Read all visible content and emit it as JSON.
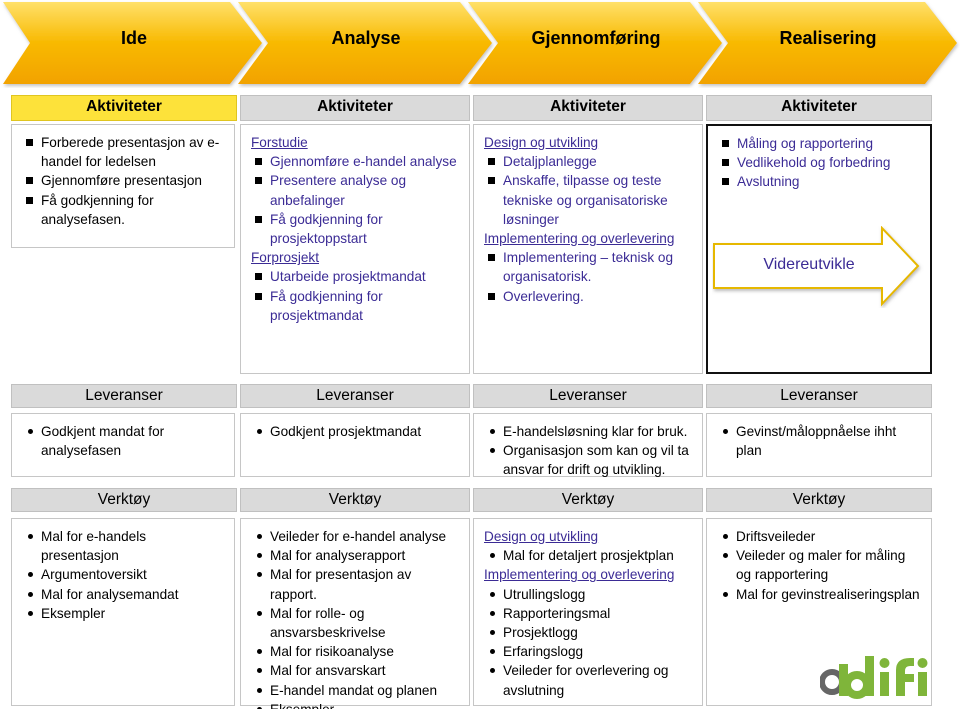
{
  "phases": [
    {
      "label": "Ide",
      "color": "#f6b800"
    },
    {
      "label": "Analyse",
      "color": "#f6b800"
    },
    {
      "label": "Gjennomføring",
      "color": "#f6b800"
    },
    {
      "label": "Realisering",
      "color": "#f6b800"
    }
  ],
  "aktiviteter": {
    "header": "Aktiviteter",
    "ide": {
      "items": [
        "Forberede presentasjon av e-handel for ledelsen",
        "Gjennomføre presentasjon",
        "Få godkjenning for analysefasen."
      ]
    },
    "analyse": {
      "section1": "Forstudie",
      "items1": [
        "Gjennomføre e-handel analyse",
        "Presentere analyse og anbefalinger",
        "Få godkjenning for prosjektoppstart"
      ],
      "section2": "Forprosjekt",
      "items2": [
        "Utarbeide prosjektmandat",
        "Få godkjenning for prosjektmandat"
      ]
    },
    "gjennomforing": {
      "section1": "Design og utvikling",
      "items1": [
        "Detaljplanlegge",
        "Anskaffe, tilpasse og teste tekniske og organisatoriske løsninger"
      ],
      "section2": "Implementering og overlevering",
      "items2": [
        "Implementering – teknisk og organisatorisk.",
        "Overlevering."
      ]
    },
    "realisering": {
      "items": [
        "Måling og rapportering",
        "Vedlikehold og forbedring",
        "Avslutning"
      ],
      "arrow_label": "Videreutvikle"
    }
  },
  "leveranser": {
    "header": "Leveranser",
    "ide": [
      "Godkjent mandat for analysefasen"
    ],
    "analyse": [
      "Godkjent prosjektmandat"
    ],
    "gjennomforing": [
      "E-handelsløsning klar for bruk.",
      "Organisasjon som kan og vil ta ansvar for drift og utvikling."
    ],
    "realisering": [
      "Gevinst/måloppnåelse ihht plan"
    ]
  },
  "verktoy": {
    "header": "Verktøy",
    "ide": [
      "Mal for e-handels presentasjon",
      "Argumentoversikt",
      "Mal for  analysemandat",
      "Eksempler"
    ],
    "analyse": [
      "Veileder for e-handel analyse",
      "Mal for analyserapport",
      "Mal for presentasjon av rapport.",
      "Mal for rolle- og ansvarsbeskrivelse",
      "Mal for risikoanalyse",
      "Mal for  ansvarskart",
      "E-handel mandat og planen",
      "Eksempler"
    ],
    "gjennomforing": {
      "section1": "Design og utvikling",
      "items1": [
        "Mal  for detaljert prosjektplan"
      ],
      "section2": "Implementering og overlevering",
      "items2": [
        "Utrullingslogg",
        "Rapporteringsmal",
        "Prosjektlogg",
        "Erfaringslogg",
        "Veileder for overlevering og avslutning"
      ]
    },
    "realisering": [
      "Driftsveileder",
      "Veileder og maler for måling og rapportering",
      "Mal for gevinstrealiseringsplan"
    ]
  },
  "logo": {
    "text": "difi",
    "color": "#7fb53a",
    "gray": "#666666"
  },
  "colors": {
    "phase": "#f6b800",
    "phase_light": "#ffd84a",
    "header_yellow": "#fde23a",
    "header_gray": "#dadada",
    "text_violet": "#3b2b95"
  }
}
